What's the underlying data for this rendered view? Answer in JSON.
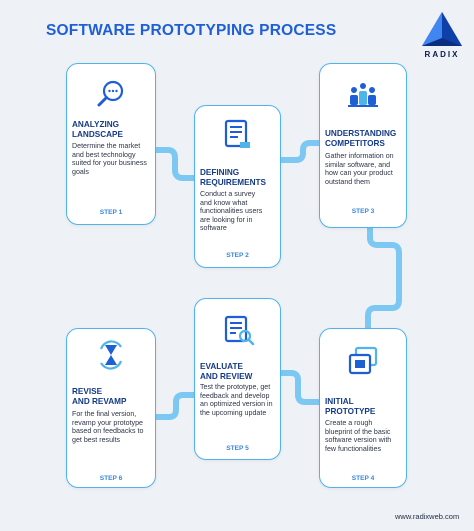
{
  "title": "SOFTWARE PROTOTYPING PROCESS",
  "logo": {
    "text": "RADIX",
    "color": "#1f5fd6"
  },
  "colors": {
    "accent": "#1f5fd6",
    "card_border": "#4fb4ea",
    "connector": "#7cc8f2",
    "title_text": "#143a86"
  },
  "steps": [
    {
      "title_line1": "ANALYZING",
      "title_line2": "LANDSCAPE",
      "desc_lines": [
        "Determine the market",
        "and best technology",
        "suited for your business",
        "goals"
      ],
      "step": "STEP 1",
      "icon": "magnifier-search-icon"
    },
    {
      "title_line1": "DEFINING",
      "title_line2": "REQUIREMENTS",
      "desc_lines": [
        "Conduct a survey",
        "and know what",
        "functionalities users",
        "are looking for in",
        "software"
      ],
      "step": "STEP 2",
      "icon": "document-requirements-icon"
    },
    {
      "title_line1": "UNDERSTANDING",
      "title_line2": "COMPETITORS",
      "desc_lines": [
        "Gather information on",
        "similar software, and",
        "how can your product",
        "outstand them"
      ],
      "step": "STEP 3",
      "icon": "competitors-group-icon"
    },
    {
      "title_line1": "INITIAL",
      "title_line2": "PROTOTYPE",
      "desc_lines": [
        "Create a rough",
        "blueprint of the basic",
        "software version with",
        "few functionalities"
      ],
      "step": "STEP 4",
      "icon": "prototype-windows-icon"
    },
    {
      "title_line1": "EVALUATE",
      "title_line2": "AND REVIEW",
      "desc_lines": [
        "Test the prototype, get",
        "feedback and develop",
        "an optimized version in",
        "the upcoming update"
      ],
      "step": "STEP 5",
      "icon": "review-checklist-icon"
    },
    {
      "title_line1": "REVISE",
      "title_line2": "AND REVAMP",
      "desc_lines": [
        "For the final version,",
        "revamp your prototype",
        "based on feedbacks to",
        "get best results"
      ],
      "step": "STEP 6",
      "icon": "hourglass-cycle-icon"
    }
  ],
  "footer": "www.radixweb.com"
}
